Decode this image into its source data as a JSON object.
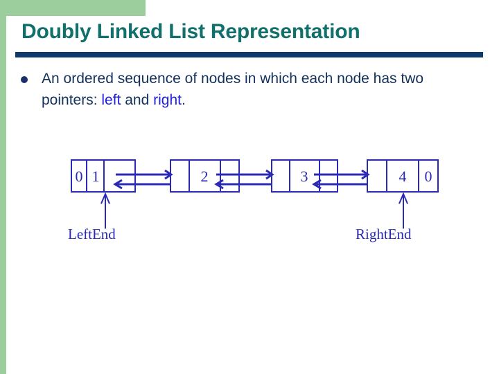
{
  "slide": {
    "title": "Doubly Linked List Representation",
    "bullet": {
      "segments": [
        {
          "text": "An ordered sequence of nodes in which each node has two pointers: ",
          "highlight": false
        },
        {
          "text": "left",
          "highlight": true
        },
        {
          "text": " and ",
          "highlight": false
        },
        {
          "text": "right",
          "highlight": true
        },
        {
          "text": ".",
          "highlight": false
        }
      ]
    },
    "colors": {
      "title": "#11706b",
      "rule": "#0b3a6b",
      "accent_green": "#9ccd9c",
      "body_text": "#12315c",
      "highlight": "#2020dd",
      "diagram": "#2a2ab4"
    }
  },
  "diagram": {
    "type": "doubly-linked-list",
    "nodes": [
      {
        "id": "node-1",
        "left_pointer": "0",
        "value": "1",
        "right_pointer": ""
      },
      {
        "id": "node-2",
        "left_pointer": "",
        "value": "2",
        "right_pointer": ""
      },
      {
        "id": "node-3",
        "left_pointer": "",
        "value": "3",
        "right_pointer": ""
      },
      {
        "id": "node-4",
        "left_pointer": "",
        "value": "4",
        "right_pointer": "0"
      }
    ],
    "annotations": {
      "left_end": "LeftEnd",
      "right_end": "RightEnd"
    }
  }
}
